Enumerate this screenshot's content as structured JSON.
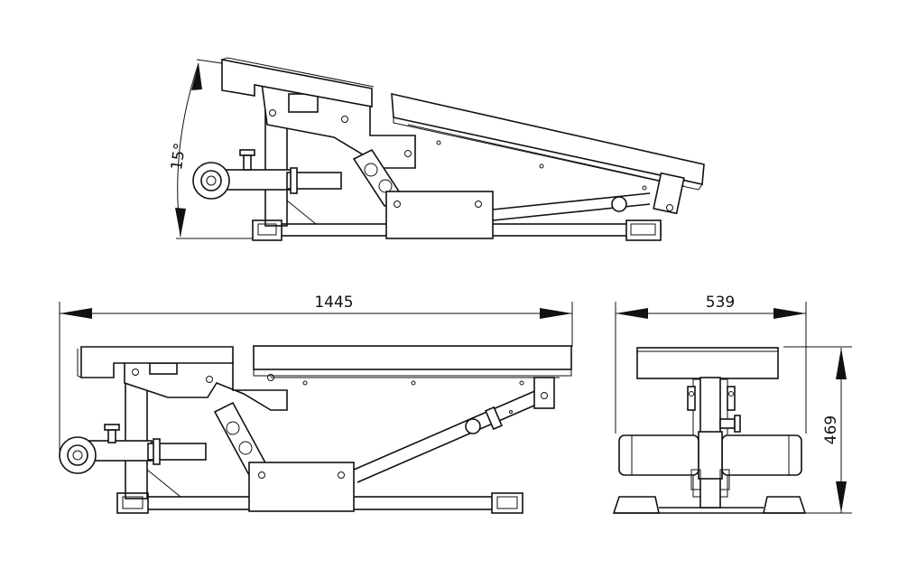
{
  "diagram": {
    "views": {
      "side_inclined": {
        "angle_label": "15°"
      },
      "side_flat": {
        "length_label": "1445"
      },
      "front": {
        "width_label": "539",
        "height_label": "469"
      }
    }
  }
}
